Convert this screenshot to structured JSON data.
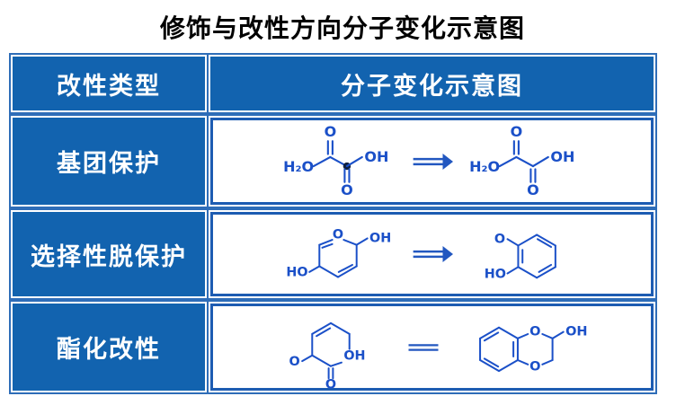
{
  "title": "修饰与改性方向分子变化示意图",
  "table": {
    "header": {
      "col1": "改性类型",
      "col2": "分子变化示意图"
    },
    "rows": [
      {
        "type": "基团保护",
        "arrow_icon": "double-arrow",
        "diagram": "oxalic-acid-marked-to-oxalic-acid"
      },
      {
        "type": "选择性脱保护",
        "arrow_icon": "double-arrow",
        "diagram": "pyran-diol-to-benzene-diol"
      },
      {
        "type": "酯化改性",
        "arrow_icon": "equals-sign",
        "diagram": "lactone-to-benzodioxine-ol"
      }
    ]
  },
  "labels": {
    "h2o": "H₂O",
    "oh": "OH",
    "ho": "HO",
    "o": "O"
  },
  "colors": {
    "cell_blue": "#1263af",
    "grid_line_blue": "#2e6db8",
    "diagram_border_blue": "#1d5cb2",
    "molecule_blue": "#1b50c8",
    "header_text": "#ffffff",
    "title_text": "#000000"
  }
}
